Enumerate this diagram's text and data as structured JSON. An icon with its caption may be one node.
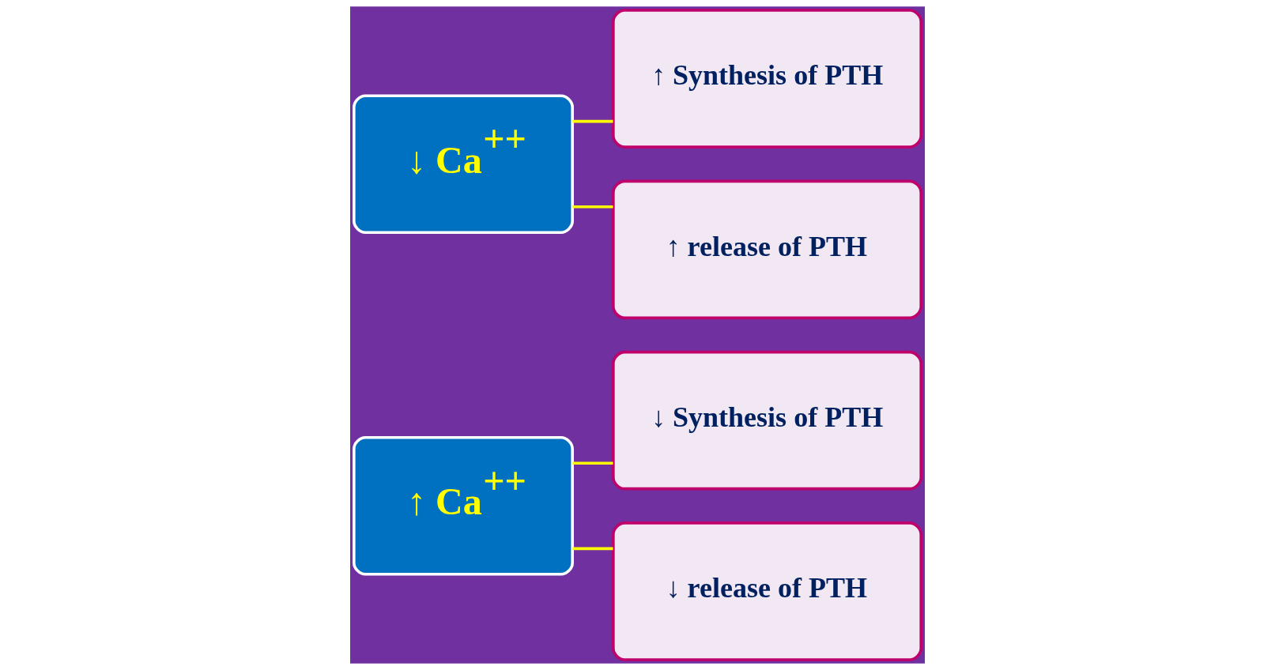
{
  "diagram": {
    "nodes": [
      {
        "text": [
          "↑ Ca$^{++}$"
        ]
      },
      {
        "text": [
          "↓ Synthesis of PTH"
        ]
      },
      {
        "text": [
          "↓ release of PTH"
        ]
      },
      {
        "text": [
          "↓ Ca$^{++}$"
        ]
      },
      {
        "text": [
          "↑ Synthesis of PTH"
        ]
      },
      {
        "text": [
          "↑ release of PTH"
        ]
      }
    ],
    "edges": [
      {
        "from": 0,
        "to": 1,
        "arrow": "none"
      },
      {
        "from": 0,
        "to": 2,
        "arrow": "none"
      },
      {
        "from": 3,
        "to": 4,
        "arrow": "none"
      },
      {
        "from": 3,
        "to": 5,
        "arrow": "none"
      }
    ]
  }
}
